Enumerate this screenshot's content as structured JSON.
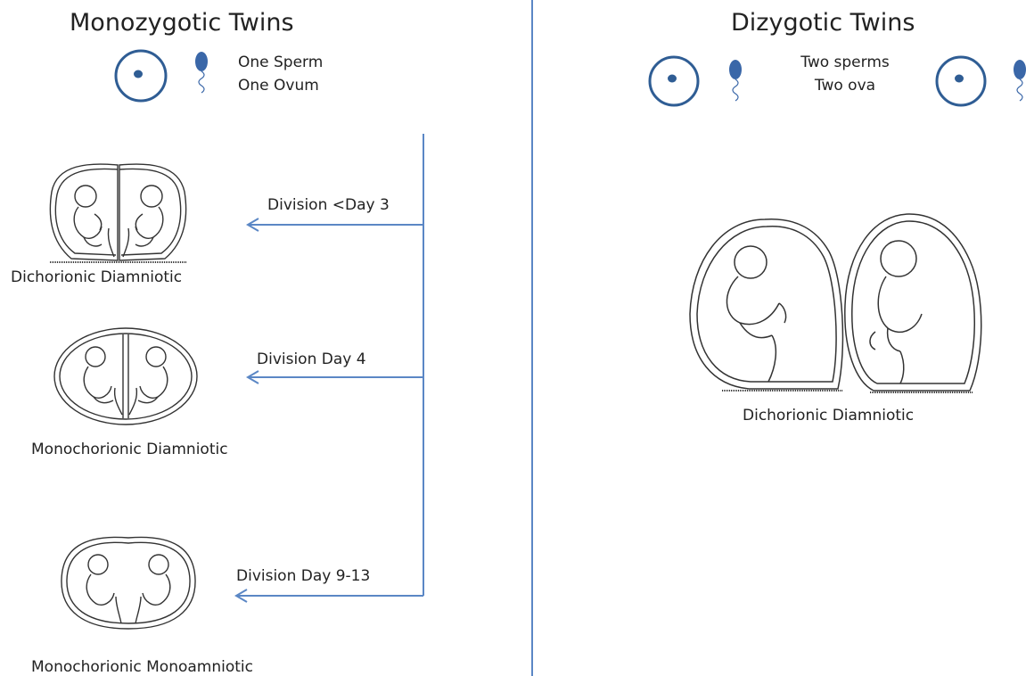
{
  "monozygotic": {
    "title": "Monozygotic Twins",
    "gametes": {
      "line1": "One Sperm",
      "line2": "One Ovum"
    },
    "divisions": [
      {
        "arrow_label": "Division <Day 3",
        "result": "Dichorionic Diamniotic"
      },
      {
        "arrow_label": "Division  Day 4",
        "result": "Monochorionic Diamniotic"
      },
      {
        "arrow_label": "Division  Day 9-13",
        "result": "Monochorionic  Monoamniotic"
      }
    ]
  },
  "dizygotic": {
    "title": "Dizygotic Twins",
    "gametes": {
      "line1": "Two sperms",
      "line2": "Two ova"
    },
    "result": "Dichorionic Diamniotic"
  },
  "colors": {
    "line": "#5b87c5",
    "cell": "#2f5d94",
    "sperm": "#3a67a8",
    "drawing": "#333333"
  }
}
